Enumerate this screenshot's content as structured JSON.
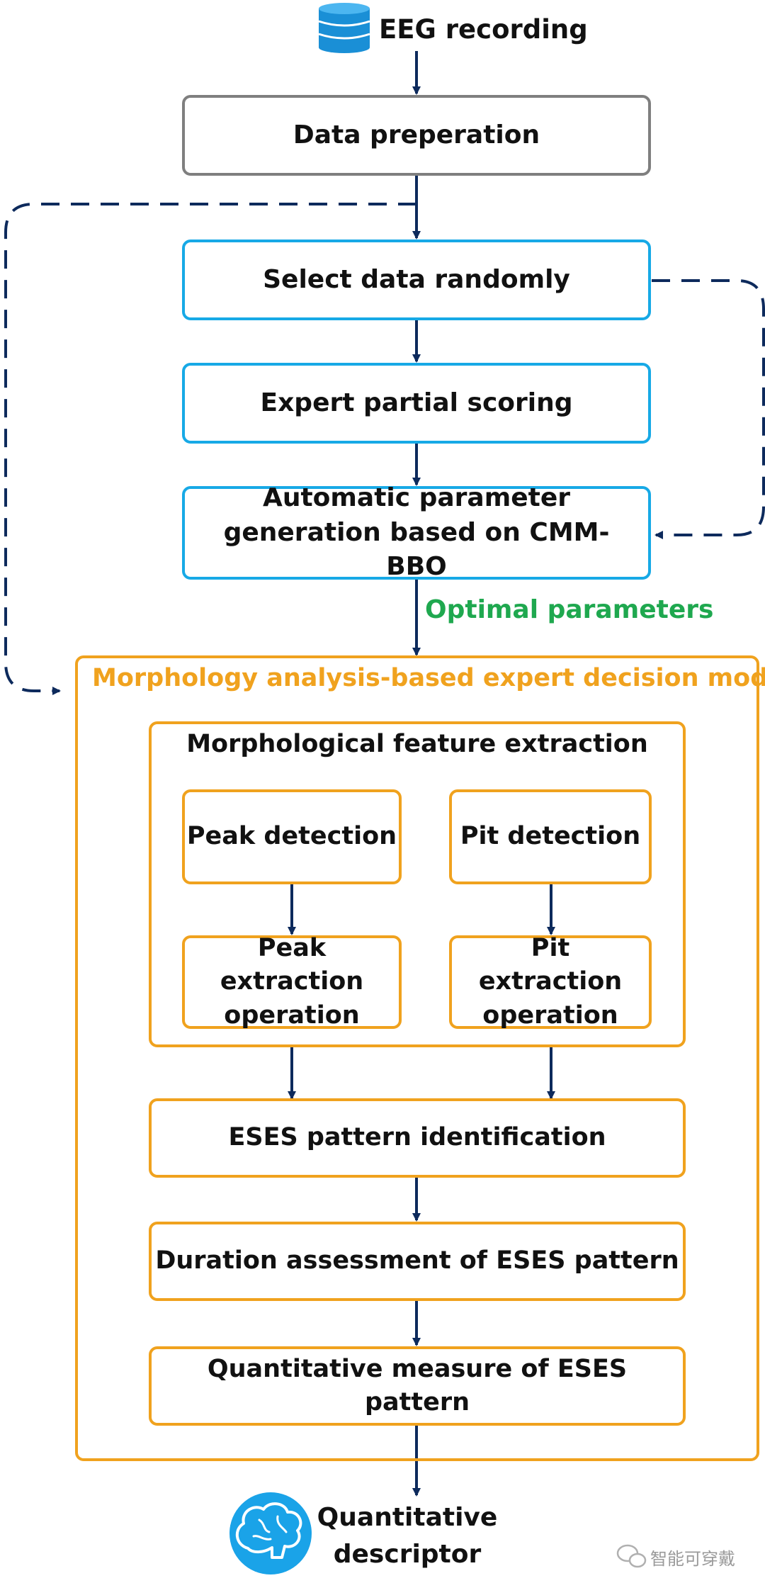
{
  "source": {
    "label": "EEG recording",
    "icon": "database-icon"
  },
  "steps": {
    "data_preparation": "Data preperation",
    "select_data": "Select data randomly",
    "expert_scoring": "Expert partial scoring",
    "auto_param": "Automatic parameter generation based on CMM-BBO"
  },
  "arrow_label": "Optimal parameters",
  "model": {
    "title": "Morphology analysis-based expert decision model",
    "feature_extraction": {
      "title": "Morphological feature extraction",
      "peak_detection": "Peak detection",
      "pit_detection": "Pit detection",
      "peak_extraction": "Peak extraction operation",
      "pit_extraction": "Pit extraction operation"
    },
    "ses_identification": "ESES pattern identification",
    "duration": "Duration assessment of ESES pattern",
    "quantitative": "Quantitative measure of ESES pattern"
  },
  "output": {
    "label": "Quantitative descriptor",
    "icon": "brain-icon"
  },
  "watermark": "智能可穿戴",
  "colors": {
    "arrow": "#0d2a5c",
    "blue_border": "#17a9e6",
    "orange_border": "#f0a21e",
    "gray_border": "#7f7f7f",
    "green_text": "#1fa84f",
    "orange_text": "#f0a21e"
  }
}
